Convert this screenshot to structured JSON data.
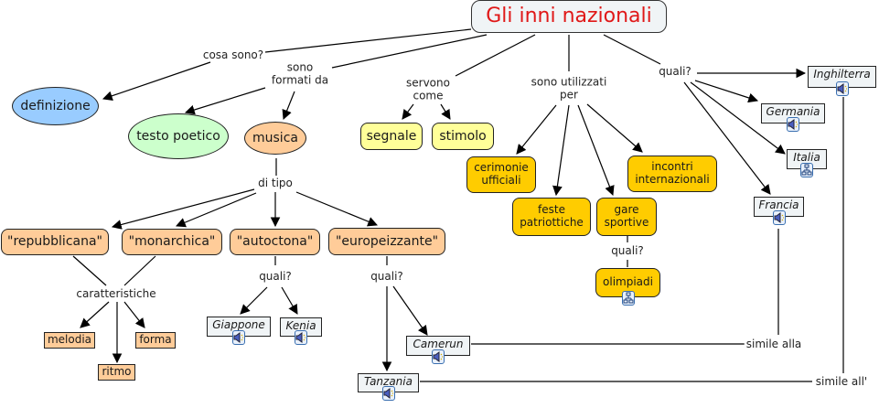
{
  "title": "Gli inni nazionali",
  "colors": {
    "title_text": "#e01818",
    "blue_concept": "#99ccff",
    "green_concept": "#ccffcc",
    "orange_concept": "#ffcc99",
    "yellow_concept": "#ffff99",
    "gold_concept": "#ffcc00",
    "country_fill": "#f0f4f6"
  },
  "concepts": {
    "definizione": "definizione",
    "testo_poetico": "testo poetico",
    "musica": "musica",
    "segnale": "segnale",
    "stimolo": "stimolo",
    "cerimonie": "cerimonie ufficiali",
    "feste": "feste patriottiche",
    "gare": "gare sportive",
    "incontri": "incontri internazionali",
    "olimpiadi": "olimpiadi",
    "repubblicana": "\"repubblicana\"",
    "monarchica": "\"monarchica\"",
    "autoctona": "\"autoctona\"",
    "europeizzante": "\"europeizzante\"",
    "melodia": "melodia",
    "ritmo": "ritmo",
    "forma": "forma"
  },
  "countries": {
    "inghilterra": {
      "label": "Inghilterra",
      "resource": "audio-icon"
    },
    "germania": {
      "label": "Germania",
      "resource": "audio-icon"
    },
    "italia": {
      "label": "Italia",
      "resource": "concept-map-icon"
    },
    "francia": {
      "label": "Francia",
      "resource": "audio-icon"
    },
    "giappone": {
      "label": "Giappone",
      "resource": "audio-icon"
    },
    "kenia": {
      "label": "Kenia",
      "resource": "audio-icon"
    },
    "camerun": {
      "label": "Camerun",
      "resource": "audio-icon"
    },
    "tanzania": {
      "label": "Tanzania",
      "resource": "audio-icon"
    }
  },
  "link_labels": {
    "cosa_sono": "cosa sono?",
    "sono_formati_da": "sono\nformati da",
    "servono_come": "servono\ncome",
    "sono_utilizzati_per": "sono utilizzati\nper",
    "quali_paesi": "quali?",
    "di_tipo": "di tipo",
    "caratteristiche": "caratteristiche",
    "quali_autoctona": "quali?",
    "quali_europeizzante": "quali?",
    "quali_gare": "quali?",
    "simile_alla": "simile alla",
    "simile_all": "simile all'"
  }
}
